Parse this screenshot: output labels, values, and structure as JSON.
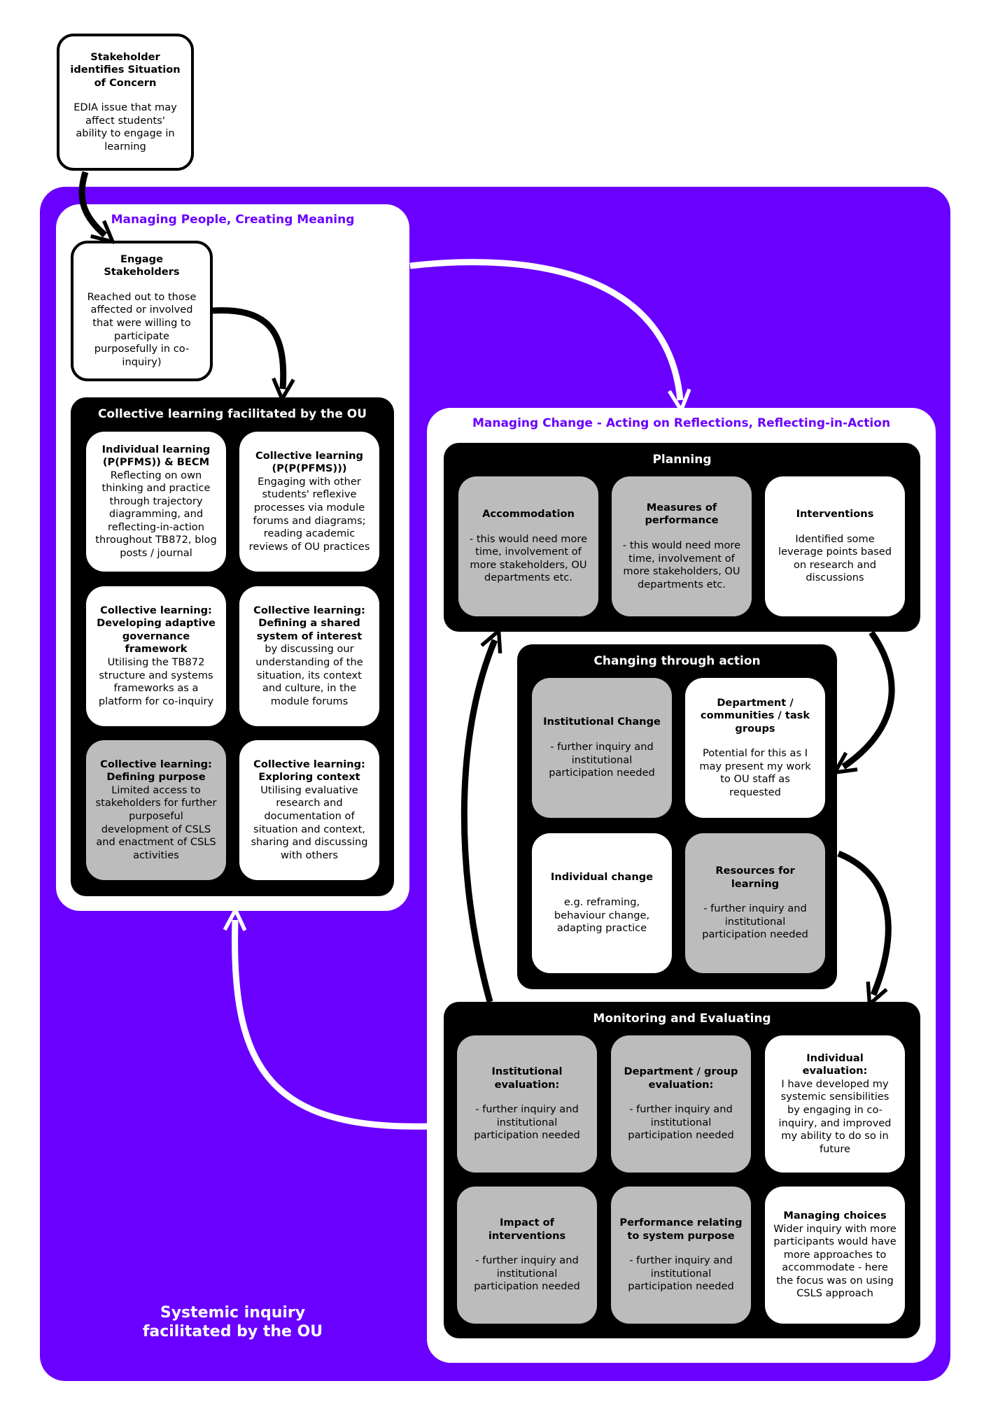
{
  "stakeholder_box": {
    "title": "Stakeholder identifies Situation of Concern",
    "body": "EDIA issue that may affect students' ability to engage in learning"
  },
  "system_label": "Systemic inquiry facilitated by the OU",
  "managing_people": {
    "title": "Managing People, Creating Meaning",
    "engage": {
      "title": "Engage Stakeholders",
      "body": "Reached out to those affected or involved that were willing to participate purposefully in co-inquiry)"
    },
    "collective": {
      "title": "Collective learning facilitated by the OU",
      "cards": [
        {
          "title": "Individual learning (P(PFMS)) & BECM",
          "body": "Reflecting on own thinking and practice through trajectory diagramming, and reflecting-in-action throughout TB872, blog posts / journal"
        },
        {
          "title": "Collective learning (P(P(PFMS)))",
          "body": "Engaging with other students' reflexive processes via module forums and diagrams; reading academic reviews of OU practices"
        },
        {
          "title": "Collective learning: Developing adaptive governance framework",
          "body": "Utilising the TB872 structure and systems frameworks as a platform for co-inquiry"
        },
        {
          "title": "Collective learning: Defining a shared system of interest",
          "body": "by discussing our understanding of the situation, its context and culture, in the module forums"
        },
        {
          "title": "Collective learning: Defining purpose",
          "body": "Limited access to stakeholders for further purposeful development of CSLS and enactment of CSLS activities"
        },
        {
          "title": "Collective learning: Exploring context",
          "body": "Utilising evaluative research and documentation of situation and context, sharing and discussing with others"
        }
      ]
    }
  },
  "managing_change": {
    "title": "Managing Change - Acting on Reflections, Reflecting-in-Action",
    "planning": {
      "title": "Planning",
      "cards": [
        {
          "title": "Accommodation",
          "body": "- this would need more time, involvement of more stakeholders, OU departments etc."
        },
        {
          "title": "Measures of performance",
          "body": "- this would need more time, involvement of more stakeholders, OU departments etc."
        },
        {
          "title": "Interventions",
          "body": "Identified some leverage points based on research and discussions"
        }
      ]
    },
    "changing": {
      "title": "Changing through action",
      "cards": [
        {
          "title": "Institutional Change",
          "body": "- further inquiry and institutional participation needed"
        },
        {
          "title": "Department / communities / task groups",
          "body": "Potential for this as I may present my work to OU staff as requested"
        },
        {
          "title": "Individual change",
          "body": "e.g. reframing, behaviour change, adapting practice"
        },
        {
          "title": "Resources for learning",
          "body": "- further inquiry and institutional participation needed"
        }
      ]
    },
    "monitoring": {
      "title": "Monitoring and Evaluating",
      "cards": [
        {
          "title": "Institutional evaluation:",
          "body": "- further inquiry and institutional participation needed"
        },
        {
          "title": "Department / group evaluation:",
          "body": "- further inquiry and institutional participation needed"
        },
        {
          "title": "Individual evaluation:",
          "body": "I have developed my systemic sensibilities by engaging in co-inquiry, and improved my ability to do so in future"
        },
        {
          "title": "Impact of interventions",
          "body": "- further inquiry and institutional participation needed"
        },
        {
          "title": "Performance relating to system purpose",
          "body": "- further inquiry and institutional participation needed"
        },
        {
          "title": "Managing choices",
          "body": "Wider inquiry with more participants would have more approaches to accommodate - here the focus was on using CSLS approach"
        }
      ]
    }
  },
  "colors": {
    "accent": "#6a00ff",
    "grey_card": "#bcbcbc",
    "black_block": "#000000"
  }
}
